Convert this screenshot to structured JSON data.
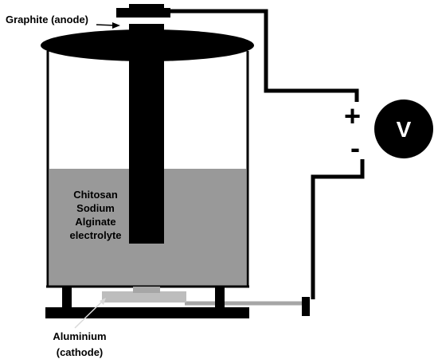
{
  "labels": {
    "anode": "Graphite (anode)",
    "electrolyte": [
      "Chitosan",
      "Sodium",
      "Alginate",
      "electrolyte"
    ],
    "cathode": [
      "Aluminium",
      "(cathode)"
    ],
    "voltmeter": "V",
    "positive": "+",
    "negative": "-"
  },
  "colors": {
    "ink": "#000000",
    "electrolyte_fill": "#999999",
    "cathode_plate": "#bdbdbd",
    "wire_gray": "#a6a6a6",
    "arrow_gray": "#d9d9d9"
  }
}
